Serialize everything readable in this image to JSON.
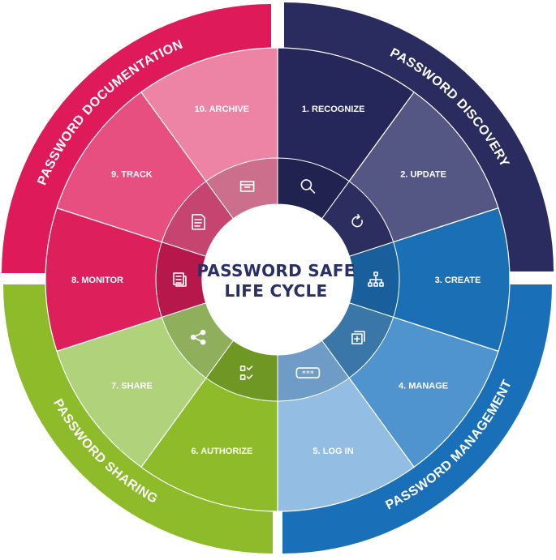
{
  "title": {
    "line1": "PASSWORD SAFE",
    "line2": "LIFE CYCLE"
  },
  "colors": {
    "discovery": "#2a2b5e",
    "management": "#1a70b8",
    "sharing": "#8dbb2a",
    "documentation": "#de1a5a",
    "title": "#2a2f66"
  },
  "phases": [
    {
      "label": "PASSWORD DISCOVERY",
      "color": "#2a2b5e"
    },
    {
      "label": "PASSWORD MANAGEMENT",
      "color": "#1a70b8"
    },
    {
      "label": "PASSWORD SHARING",
      "color": "#8dbb2a"
    },
    {
      "label": "PASSWORD DOCUMENTATION",
      "color": "#de1a5a"
    }
  ],
  "steps": [
    {
      "label": "1. RECOGNIZE",
      "color": "#25265a",
      "inner": "#20224f",
      "icon": "search-icon"
    },
    {
      "label": "2. UPDATE",
      "color": "#545784",
      "inner": "#2b2e5f",
      "icon": "refresh-icon"
    },
    {
      "label": "3. CREATE",
      "color": "#1b6fb5",
      "inner": "#185f9b",
      "icon": "hierarchy-icon"
    },
    {
      "label": "4. MANAGE",
      "color": "#4f94cf",
      "inner": "#3b76a8",
      "icon": "add-copy-icon"
    },
    {
      "label": "5. LOG IN",
      "color": "#93bde2",
      "inner": "#6e9cc6",
      "icon": "password-field-icon"
    },
    {
      "label": "6. AUTHORIZE",
      "color": "#8dbb2a",
      "inner": "#6f9724",
      "icon": "checklist-icon"
    },
    {
      "label": "7. SHARE",
      "color": "#b0d27a",
      "inner": "#8faf5c",
      "icon": "share-icon"
    },
    {
      "label": "8. MONITOR",
      "color": "#dd1f5c",
      "inner": "#b7184c",
      "icon": "report-icon"
    },
    {
      "label": "9. TRACK",
      "color": "#e64f80",
      "inner": "#c54470",
      "icon": "document-icon"
    },
    {
      "label": "10. ARCHIVE",
      "color": "#ee84a5",
      "inner": "#cc6f8d",
      "icon": "archive-box-icon"
    }
  ]
}
